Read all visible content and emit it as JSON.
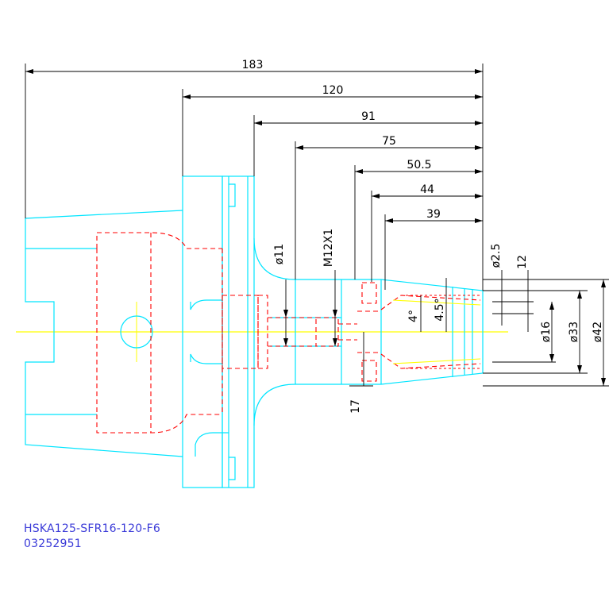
{
  "dimensions": {
    "horizontal": [
      "183",
      "120",
      "91",
      "75",
      "50.5",
      "44",
      "39"
    ],
    "vertical_left": [
      "ø11",
      "M12X1"
    ],
    "vertical_right": [
      "ø2.5",
      "12",
      "ø16",
      "ø33",
      "ø42"
    ],
    "angles": [
      "4°",
      "4.5°"
    ],
    "bottom": "17"
  },
  "caption": {
    "part_name": "HSKA125-SFR16-120-F6",
    "part_number": "03252951"
  },
  "colors": {
    "outline": "#00e5ff",
    "hidden": "#ff0000",
    "center": "#ffff00",
    "dimension": "#000000",
    "text": "#3a3ad8"
  }
}
